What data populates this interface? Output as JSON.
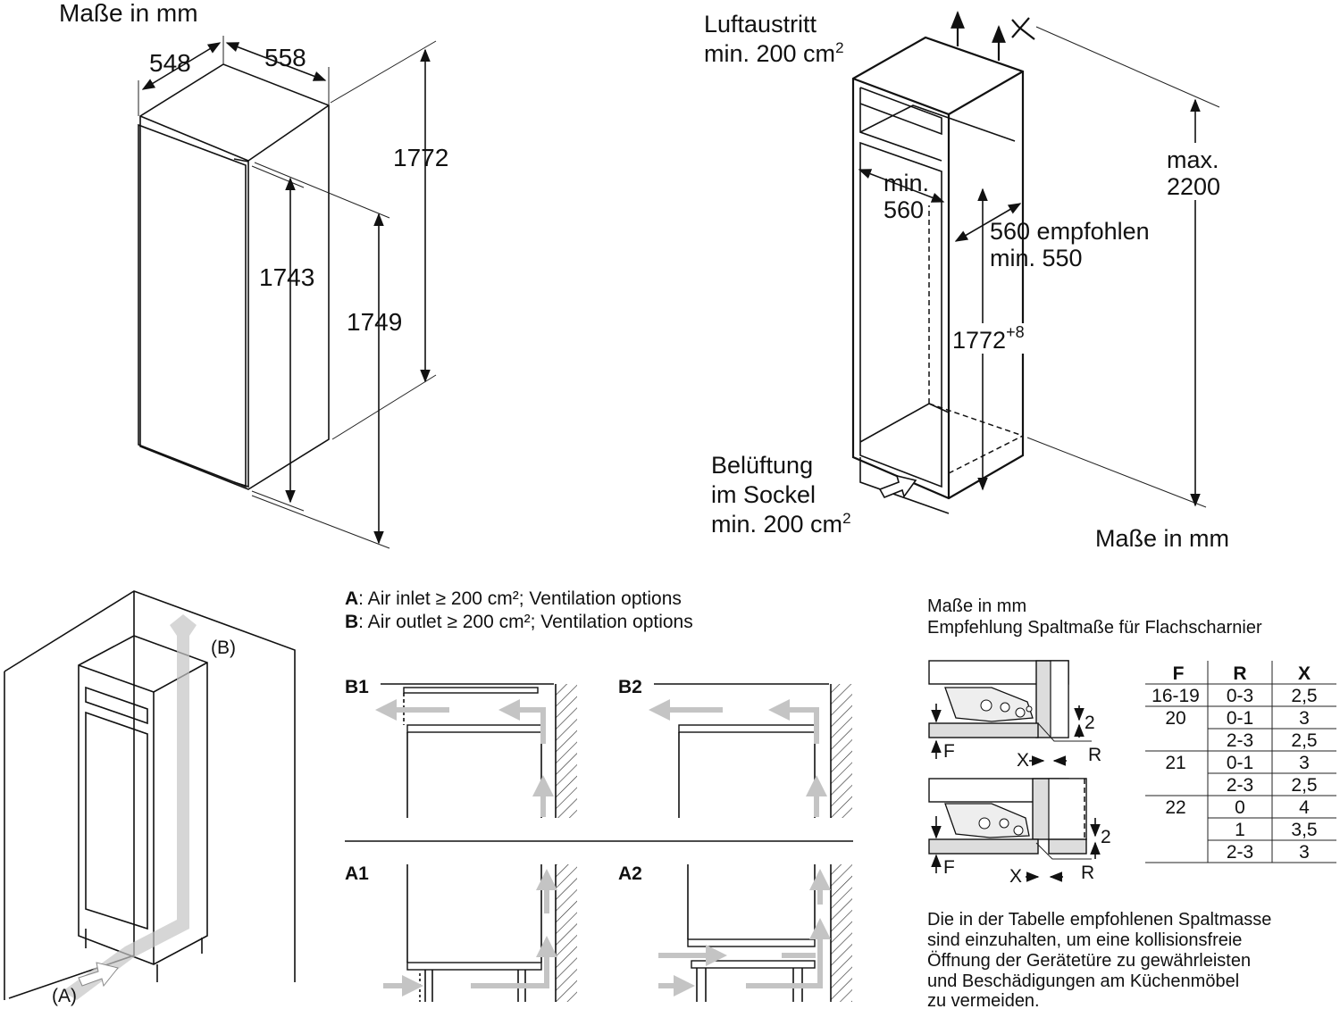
{
  "top_left": {
    "units_label": "Maße in mm",
    "dim_depth": "548",
    "dim_width": "558",
    "dim_total_height": "1772",
    "dim_door_height": "1743",
    "dim_body_height": "1749"
  },
  "top_right": {
    "air_outlet_line1": "Luftaustritt",
    "air_outlet_line2": "min. 200 cm",
    "air_outlet_sup": "2",
    "min_width_line1": "min.",
    "min_width_line2": "560",
    "depth_line1": "560 empfohlen",
    "depth_line2": "min. 550",
    "niche_height": "1772",
    "niche_height_sup": "+8",
    "max_height_line1": "max.",
    "max_height_line2": "2200",
    "plinth_line1": "Belüftung",
    "plinth_line2": "im Sockel",
    "plinth_line3": "min. 200 cm",
    "plinth_sup": "2",
    "units_label": "Maße in mm"
  },
  "ventilation": {
    "label_b": "(B)",
    "label_a": "(A)",
    "legend_a_key": "A",
    "legend_a_text": ": Air inlet ≥ 200 cm²; Ventilation options",
    "legend_b_key": "B",
    "legend_b_text": ": Air outlet ≥ 200 cm²; Ventilation options",
    "panels": [
      "B1",
      "B2",
      "A1",
      "A2"
    ]
  },
  "hinge": {
    "units_label": "Maße in mm",
    "subtitle": "Empfehlung Spaltmaße für Flachscharnier",
    "label_f": "F",
    "label_x": "X",
    "label_r": "R",
    "label_2": "2",
    "table": {
      "headers": [
        "F",
        "R",
        "X"
      ],
      "groups": [
        {
          "f": "16-19",
          "rows": [
            {
              "r": "0-3",
              "x": "2,5"
            }
          ]
        },
        {
          "f": "20",
          "rows": [
            {
              "r": "0-1",
              "x": "3"
            },
            {
              "r": "2-3",
              "x": "2,5"
            }
          ]
        },
        {
          "f": "21",
          "rows": [
            {
              "r": "0-1",
              "x": "3"
            },
            {
              "r": "2-3",
              "x": "2,5"
            }
          ]
        },
        {
          "f": "22",
          "rows": [
            {
              "r": "0",
              "x": "4"
            },
            {
              "r": "1",
              "x": "3,5"
            },
            {
              "r": "2-3",
              "x": "3"
            }
          ]
        }
      ]
    },
    "note_lines": [
      "Die in der Tabelle empfohlenen Spaltmasse",
      "sind einzuhalten, um eine kollisionsfreie",
      "Öffnung der Gerätetüre zu gewährleisten",
      "und Beschädigungen am Küchenmöbel",
      "zu vermeiden."
    ]
  }
}
